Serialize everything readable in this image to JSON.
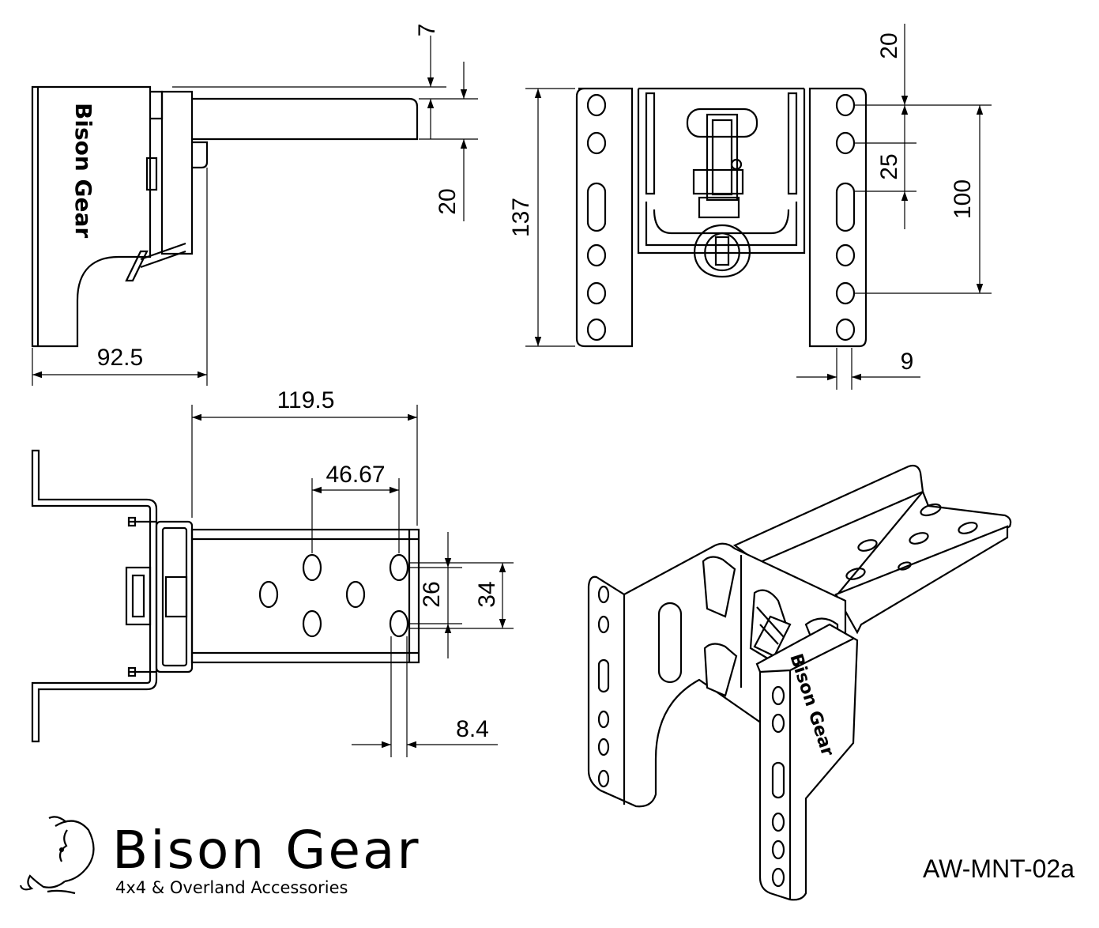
{
  "dimensions": {
    "d7": "7",
    "d20_side": "20",
    "d92_5": "92.5",
    "d137": "137",
    "d20_top": "20",
    "d25": "25",
    "d100": "100",
    "d9": "9",
    "d119_5": "119.5",
    "d46_67": "46.67",
    "d26": "26",
    "d34": "34",
    "d8_4": "8.4"
  },
  "side_label": "Bison Gear",
  "logo": {
    "brand": "Bison Gear",
    "tagline": "4x4 & Overland Accessories"
  },
  "part_number": "AW-MNT-02a",
  "iso_label": "Bison Gear"
}
